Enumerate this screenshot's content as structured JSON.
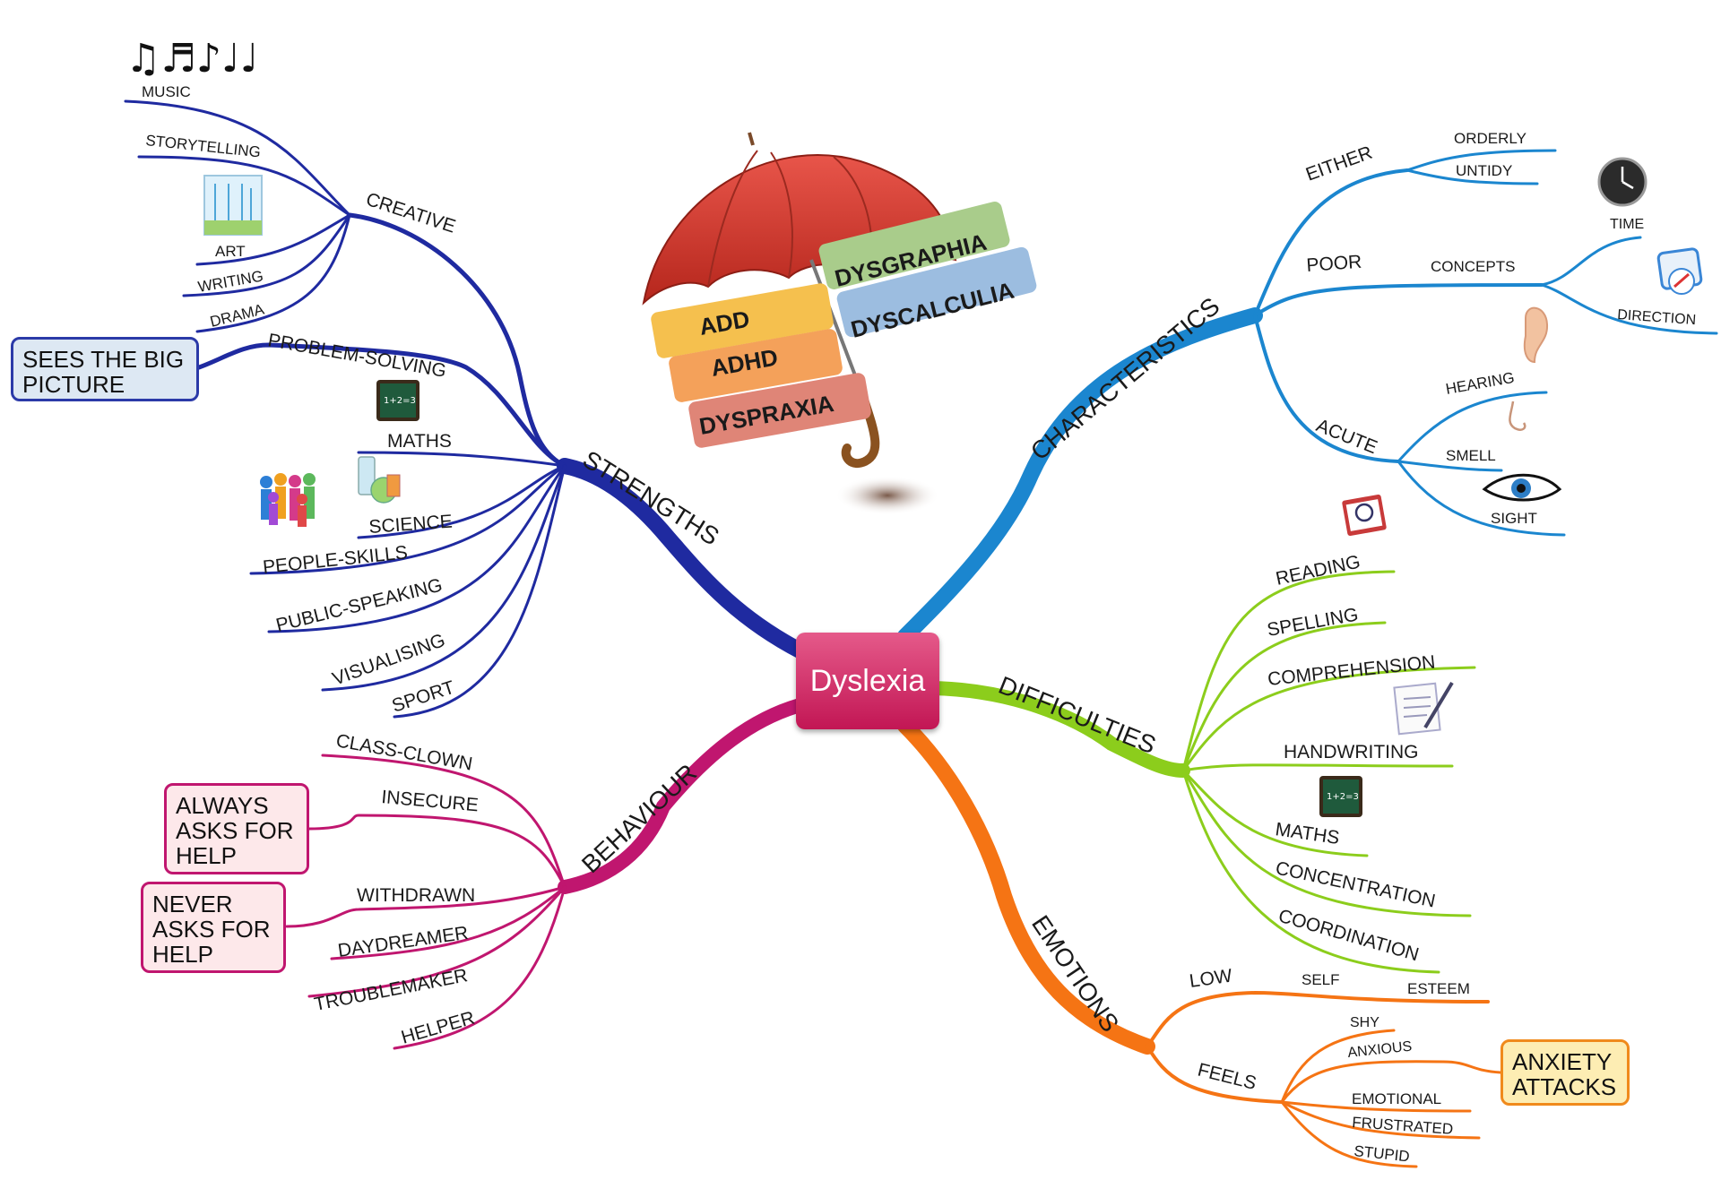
{
  "center": {
    "label": "Dyslexia"
  },
  "umbrella": {
    "labels": [
      "ADD",
      "ADHD",
      "DYSPRAXIA",
      "DYSGRAPHIA",
      "DYSCALCULIA"
    ]
  },
  "colors": {
    "strengths": "#1f2aa0",
    "behaviour": "#c0166f",
    "characteristics": "#1b86cf",
    "difficulties": "#8ccd1c",
    "emotions": "#f57414",
    "center": "#c21654"
  },
  "strengths": {
    "label": "STRENGTHS",
    "creative": {
      "label": "CREATIVE",
      "items": [
        "MUSIC",
        "STORYTELLING",
        "ART",
        "WRITING",
        "DRAMA"
      ]
    },
    "problem_solving": {
      "label": "PROBLEM-SOLVING",
      "box": "SEES THE BIG PICTURE"
    },
    "items": [
      "MATHS",
      "SCIENCE",
      "PEOPLE-SKILLS",
      "PUBLIC-SPEAKING",
      "VISUALISING",
      "SPORT"
    ]
  },
  "behaviour": {
    "label": "BEHAVIOUR",
    "items": [
      "CLASS-CLOWN",
      "INSECURE",
      "WITHDRAWN",
      "DAYDREAMER",
      "TROUBLEMAKER",
      "HELPER"
    ],
    "insecure_box": "ALWAYS ASKS FOR HELP",
    "withdrawn_box": "NEVER ASKS FOR HELP"
  },
  "characteristics": {
    "label": "CHARACTERISTICS",
    "either": {
      "label": "EITHER",
      "items": [
        "ORDERLY",
        "UNTIDY"
      ]
    },
    "poor": {
      "label": "POOR",
      "concepts": "CONCEPTS",
      "items": [
        "TIME",
        "DIRECTION"
      ]
    },
    "acute": {
      "label": "ACUTE",
      "items": [
        "HEARING",
        "SMELL",
        "SIGHT"
      ]
    }
  },
  "difficulties": {
    "label": "DIFFICULTIES",
    "items": [
      "READING",
      "SPELLING",
      "COMPREHENSION",
      "HANDWRITING",
      "MATHS",
      "CONCENTRATION",
      "COORDINATION"
    ]
  },
  "emotions": {
    "label": "EMOTIONS",
    "low": {
      "label": "LOW",
      "self": "SELF",
      "esteem": "ESTEEM"
    },
    "feels": {
      "label": "FEELS",
      "items": [
        "SHY",
        "ANXIOUS",
        "EMOTIONAL",
        "FRUSTRATED",
        "STUPID"
      ],
      "anxious_box": "ANXIETY ATTACKS"
    }
  },
  "icons": [
    "music-notes-icon",
    "art-picture-icon",
    "chalkboard-icon",
    "science-flask-icon",
    "people-group-icon",
    "clock-icon",
    "compass-icon",
    "ear-icon",
    "nose-icon",
    "eye-icon",
    "book-magnifier-icon",
    "document-pen-icon",
    "umbrella-icon",
    "head-gears-icon"
  ]
}
